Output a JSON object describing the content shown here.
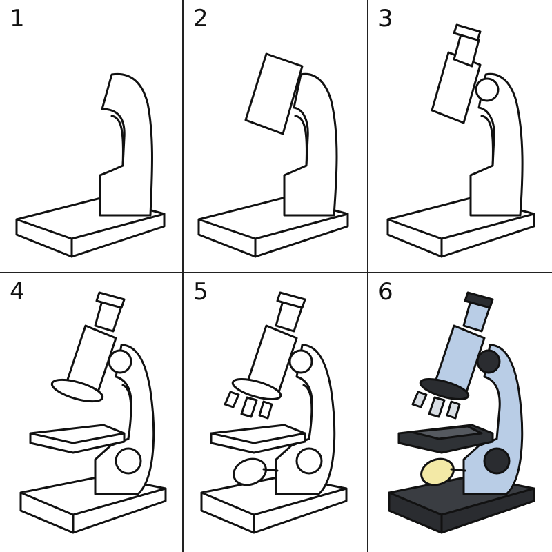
{
  "steps": [
    {
      "number": "1"
    },
    {
      "number": "2"
    },
    {
      "number": "3"
    },
    {
      "number": "4"
    },
    {
      "number": "5"
    },
    {
      "number": "6"
    }
  ],
  "colors": {
    "outline": "#111111",
    "body_fill": "#b9cde6",
    "base_fill": "#3a3d42",
    "knob_fill": "#2a2c30",
    "mirror_fill": "#f3e9a6",
    "stage_fill": "#2f3236"
  }
}
